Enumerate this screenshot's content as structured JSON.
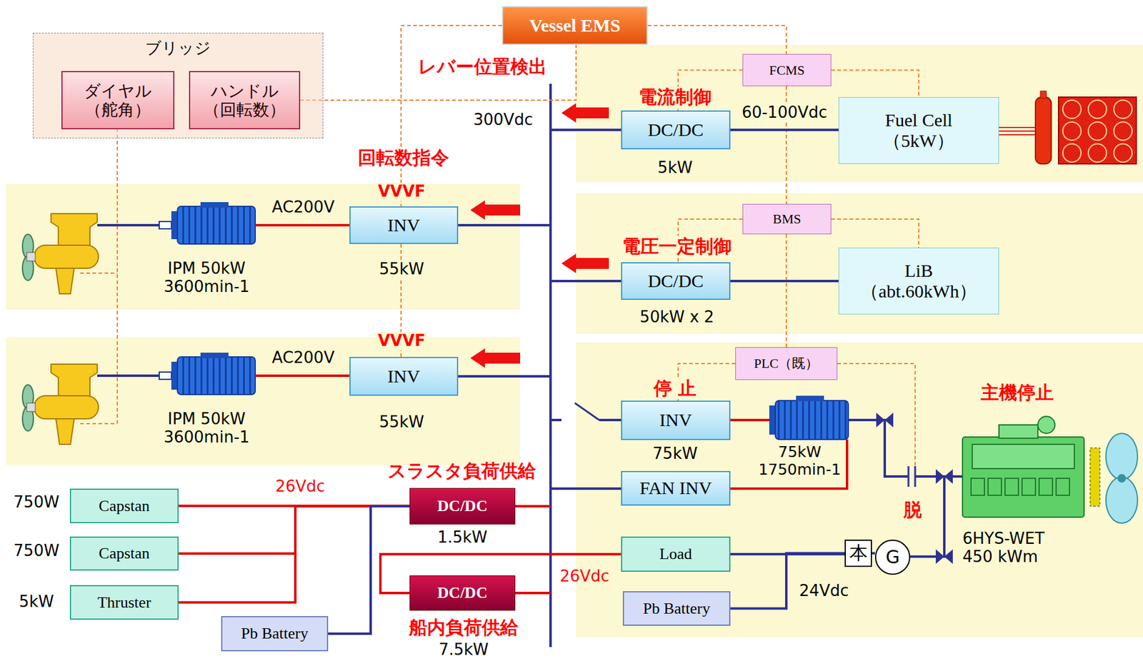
{
  "diagram": {
    "nodes": [
      {
        "text": [
          "ブリッジ"
        ]
      },
      {
        "text": [
          "ダイヤル （舵角）"
        ],
        "in": 0
      },
      {
        "text": [
          "ハンドル （回転数）"
        ],
        "in": 0
      },
      {
        "text": [
          "Vessel EMS"
        ]
      },
      {
        "text": [
          "FCMS"
        ]
      },
      {
        "text": [
          "DC/DC"
        ]
      },
      {
        "text": [
          "Fuel Cell （5kW）"
        ]
      },
      {
        "text": [
          "INV"
        ]
      },
      {
        "text": [
          "BMS"
        ]
      },
      {
        "text": [
          "DC/DC"
        ]
      },
      {
        "text": [
          "LiB （abt.60kWh）"
        ]
      },
      {
        "text": [
          "INV"
        ]
      },
      {
        "text": [
          "PLC（既）"
        ]
      },
      {
        "text": [
          "INV"
        ]
      },
      {
        "text": [
          "FAN INV"
        ]
      },
      {
        "text": [
          "Capstan"
        ]
      },
      {
        "text": [
          "DC/DC"
        ]
      },
      {
        "text": [
          "Capstan"
        ]
      },
      {
        "text": [
          "Load"
        ]
      },
      {
        "text": [
          "Thruster"
        ]
      },
      {
        "text": [
          "DC/DC"
        ]
      },
      {
        "text": [
          "Pb Battery"
        ]
      },
      {
        "text": [
          "Pb Battery"
        ]
      },
      {
        "text": [
          "本"
        ]
      },
      {
        "text": [
          "G"
        ]
      }
    ],
    "edges": [
      {
        "from": 2,
        "to": 3,
        "arrow": "none"
      },
      {
        "from": 3,
        "to": 7,
        "arrow": "none"
      },
      {
        "from": 7,
        "to": 11,
        "arrow": "none"
      },
      {
        "from": 3,
        "to": 4,
        "arrow": "none"
      },
      {
        "from": 4,
        "to": 8,
        "arrow": "none"
      },
      {
        "from": 8,
        "to": 12,
        "arrow": "none"
      },
      {
        "from": 4,
        "to": 5,
        "arrow": "none"
      },
      {
        "from": 4,
        "to": 6,
        "arrow": "none"
      },
      {
        "from": 8,
        "to": 9,
        "arrow": "none"
      },
      {
        "from": 8,
        "to": 10,
        "arrow": "none"
      },
      {
        "from": 12,
        "to": 13,
        "arrow": "none"
      },
      {
        "from": 5,
        "to": 6,
        "label": "60-100Vdc",
        "arrow": "none"
      },
      {
        "from": 9,
        "to": 10,
        "arrow": "none"
      },
      {
        "from": 15,
        "to": 16,
        "arrow": "none"
      },
      {
        "from": 17,
        "to": 16,
        "arrow": "none"
      },
      {
        "from": 19,
        "to": 16,
        "arrow": "none"
      },
      {
        "from": 22,
        "to": 16,
        "arrow": "none"
      },
      {
        "from": 18,
        "to": 20,
        "arrow": "none"
      },
      {
        "from": 18,
        "to": 23,
        "arrow": "none"
      },
      {
        "from": 21,
        "to": 23,
        "arrow": "none"
      },
      {
        "from": 23,
        "to": 24,
        "arrow": "none"
      }
    ],
    "labels": [
      "レバー位置検出",
      "300Vdc",
      "電流制御",
      "5kW",
      "回転数指令",
      "VVVF",
      "AC200V",
      "IPM 50kW 3600min-1",
      "55kW",
      "電圧一定制御",
      "50kW x 2",
      "VVVF",
      "AC200V",
      "IPM 50kW 3600min-1",
      "55kW",
      "停 止",
      "75kW",
      "75kW 1750min-1",
      "主機停止",
      "脱",
      "6HYS-WET 450 kWm",
      "スラスタ負荷供給",
      "26Vdc",
      "750W",
      "750W",
      "5kW",
      "1.5kW",
      "26Vdc",
      "船内負荷供給",
      "7.5kW",
      "24Vdc"
    ]
  }
}
